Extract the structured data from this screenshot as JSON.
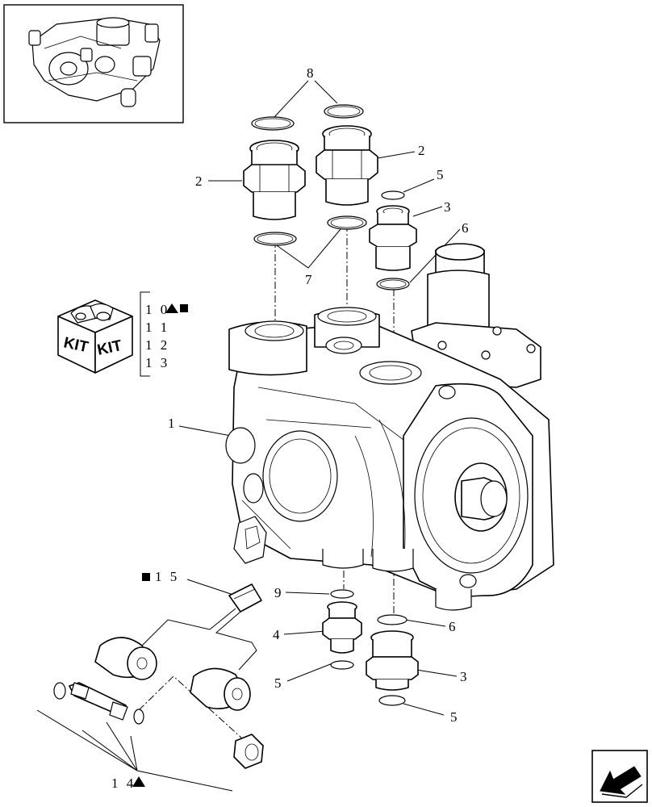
{
  "callouts": {
    "c8": "8",
    "c2a": "2",
    "c2b": "2",
    "c5a": "5",
    "c3a": "3",
    "c6a": "6",
    "c7": "7",
    "c1": "1",
    "c9": "9",
    "c4": "4",
    "c6b": "6",
    "c5b": "5",
    "c3b": "3",
    "c5c": "5"
  },
  "kit": {
    "label_left": "KIT",
    "label_right": "KIT",
    "items": [
      "1 0",
      "1 1",
      "1 2",
      "1 3"
    ]
  },
  "solenoid_ref": "1 5",
  "cartridge_ref": "1 4",
  "icons": [
    "kit-box-icon",
    "triangle-marker-icon",
    "square-marker-icon",
    "navigation-arrow-icon"
  ]
}
